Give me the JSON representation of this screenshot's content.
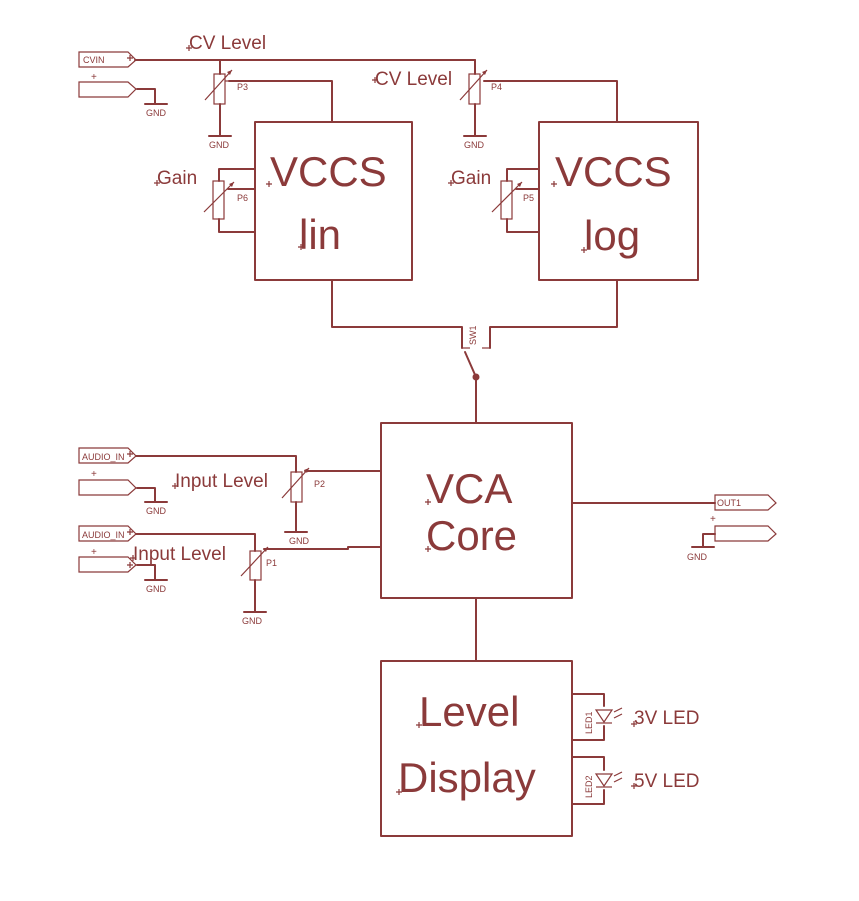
{
  "blocks": {
    "vccs_lin": [
      "VCCS",
      "lin"
    ],
    "vccs_log": [
      "VCCS",
      "log"
    ],
    "vca_core": [
      "VCA",
      "Core"
    ],
    "level_display": [
      "Level",
      "Display"
    ]
  },
  "labels": {
    "cv_level_top": "CV Level",
    "cv_level_right": "CV Level",
    "gain_left": "Gain",
    "gain_right": "Gain",
    "input_level_1": "Input Level",
    "input_level_2": "Input Level",
    "led_3v": "3V LED",
    "led_5v": "5V LED"
  },
  "ports": {
    "cvin": "CVIN",
    "audio_in_1": "AUDIO_IN",
    "audio_in_2": "AUDIO_IN",
    "out1": "OUT1"
  },
  "components": {
    "p1": "P1",
    "p2": "P2",
    "p3": "P3",
    "p4": "P4",
    "p5": "P5",
    "p6": "P6",
    "sw1": "SW1",
    "led1": "LED1",
    "led2": "LED2"
  },
  "gnd": "GND",
  "plus": "+",
  "colors": {
    "wire": "#8b3a3a",
    "background": "#ffffff"
  }
}
